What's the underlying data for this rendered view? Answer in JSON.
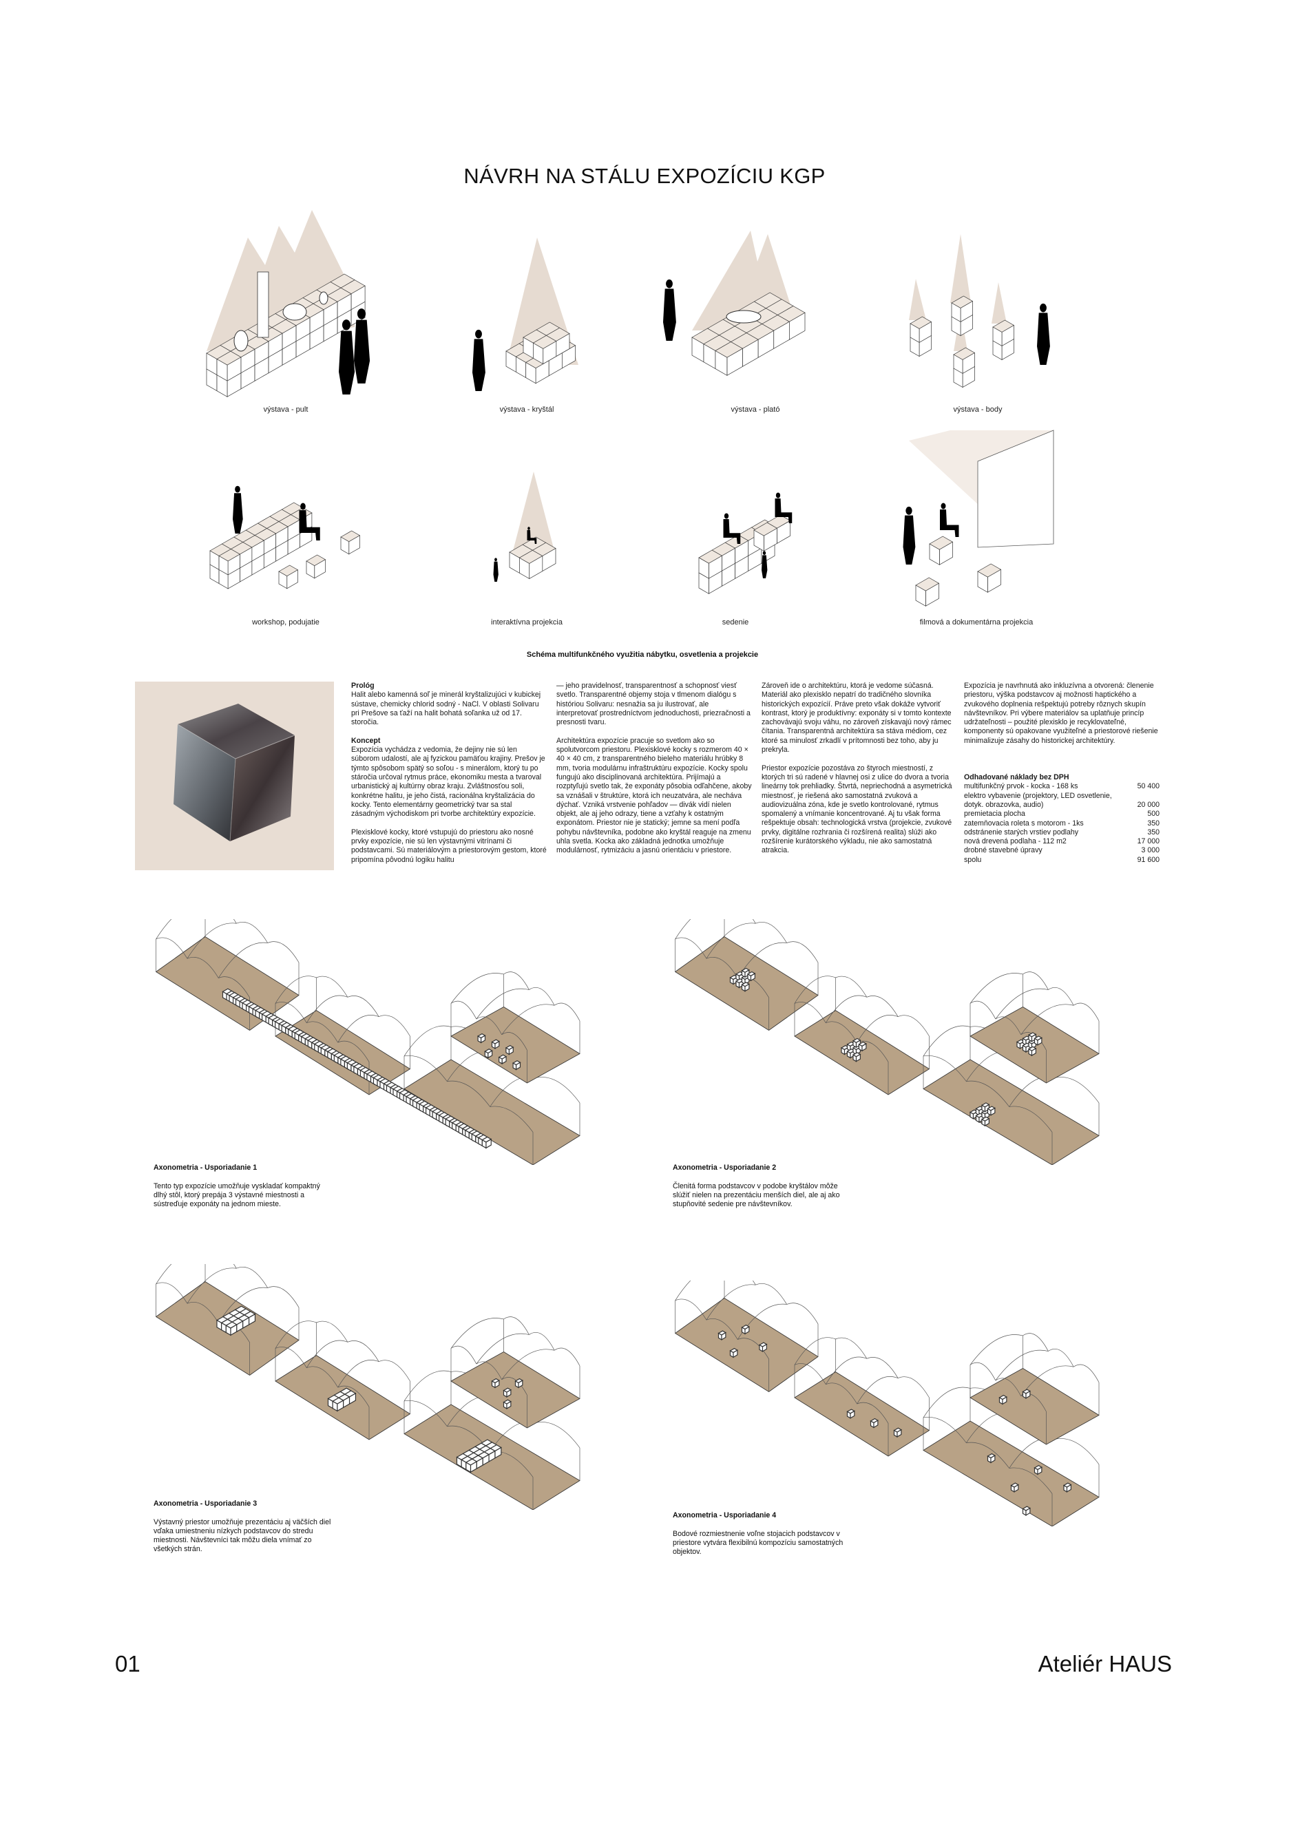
{
  "title": "NÁVRH NA STÁLU EXPOZÍCIU KGP",
  "colors": {
    "light_cone": "#e6dbd1",
    "floor_wood": "#b8a286",
    "cube_bg": "#e8ddd3"
  },
  "schemes": [
    {
      "label": "výstava - pult"
    },
    {
      "label": "výstava - kryštál"
    },
    {
      "label": "výstava - plató"
    },
    {
      "label": "výstava - body"
    },
    {
      "label": "workshop, podujatie"
    },
    {
      "label": "interaktívna projekcia"
    },
    {
      "label": "sedenie"
    },
    {
      "label": "filmová a dokumentárna projekcia"
    }
  ],
  "schema_caption": "Schéma multifunkčného využitia nábytku, osvetlenia a projekcie",
  "text": {
    "prolog_heading": "Prológ",
    "prolog": "Halit alebo kamenná soľ je minerál kryštalizujúci v kubickej sústave, chemicky chlorid sodný - NaCl. V oblasti Solivaru pri Prešove sa ťaží na halit bohatá soľanka už od 17. storočia.",
    "koncept_heading": "Koncept",
    "koncept": "Expozícia vychádza z vedomia, že dejiny nie sú len súborom udalostí, ale aj fyzickou pamäťou krajiny. Prešov je týmto spôsobom spätý so soľou - s minerálom, ktorý tu po stáročia určoval rytmus práce, ekonomiku mesta a tvaroval urbanistický aj kultúrny obraz kraju. Zvláštnosťou soli, konkrétne halitu, je jeho čistá, racionálna kryštalizácia do kocky. Tento elementárny geometrický tvar sa stal zásadným východiskom pri tvorbe architektúry expozície.",
    "p3": "Plexisklové kocky, ktoré vstupujú do priestoru ako nosné prvky expozície, nie sú len výstavnými vitrínami či podstavcami. Sú materiálovým a priestorovým gestom, ktoré pripomína pôvodnú logiku halitu",
    "p4": "— jeho pravidelnosť, transparentnosť a schopnosť viesť svetlo. Transparentné objemy stoja v tlmenom dialógu s históriou Solivaru: nesnažia sa ju ilustrovať, ale interpretovať prostredníctvom jednoduchosti, priezračnosti a presnosti tvaru.",
    "p5": "Architektúra expozície pracuje so svetlom ako so spolutvorcom priestoru. Plexisklové kocky s rozmerom 40 × 40 × 40 cm, z transparentného bieleho materiálu hrúbky 8 mm, tvoria modulárnu infraštruktúru expozície. Kocky spolu fungujú ako disciplinovaná architektúra. Prijímajú a rozptyľujú svetlo tak, že exponáty pôsobia odľahčene, akoby sa vznášali v štruktúre, ktorá ich neuzatvára, ale necháva dýchať. Vzniká vrstvenie pohľadov — divák vidí nielen objekt, ale aj jeho odrazy, tiene a vzťahy k ostatným exponátom. Priestor nie je statický; jemne sa mení podľa pohybu návštevníka, podobne ako kryštál reaguje na zmenu uhla svetla. Kocka ako základná jednotka umožňuje modulárnosť, rytmizáciu a jasnú orientáciu v priestore.",
    "p6": "Zároveň ide o architektúru, ktorá je vedome súčasná. Materiál ako plexisklo nepatrí do tradičného slovníka historických expozícií. Práve preto však dokáže vytvoriť kontrast, ktorý je produktívny: exponáty si v tomto kontexte zachovávajú svoju váhu, no zároveň získavajú nový rámec čítania. Transparentná architektúra sa stáva médiom, cez ktoré sa minulosť zrkadlí v prítomnosti bez toho, aby ju prekryla.",
    "p7": "Priestor expozície pozostáva zo štyroch miestností, z ktorých tri sú radené v hlavnej osi z ulice do dvora a tvoria lineárny tok prehliadky. Štvrtá, nepriechodná a asymetrická miestnosť, je riešená ako samostatná zvuková a audiovizuálna zóna, kde je svetlo kontrolované, rytmus spomalený a vnímanie koncentrované. Aj tu však forma rešpektuje obsah: technologická vrstva (projekcie, zvukové prvky, digitálne rozhrania či rozšírená realita) slúži ako rozšírenie kurátorského výkladu, nie ako samostatná atrakcia.",
    "p8": "Expozícia je navrhnutá ako inkluzívna a otvorená: členenie priestoru, výška podstavcov aj možnosti haptického a zvukového doplnenia rešpektujú potreby rôznych skupín návštevníkov. Pri výbere materiálov sa uplatňuje princíp udržateľnosti – použité plexisklo je recyklovateľné, komponenty sú opakovane využiteľné a priestorové riešenie minimalizuje zásahy do historickej architektúry."
  },
  "costs": {
    "heading": "Odhadované náklady bez DPH",
    "rows": [
      {
        "label": "multifunkčný prvok - kocka - 168 ks",
        "value": "50 400"
      },
      {
        "label": "elektro vybavenie (projektory, LED osvetlenie, dotyk. obrazovka, audio)",
        "value": "20 000"
      },
      {
        "label": "premietacia plocha",
        "value": "500"
      },
      {
        "label": "zatemňovacia roleta s motorom - 1ks",
        "value": "350"
      },
      {
        "label": "odstránenie starých vrstiev podlahy",
        "value": "350"
      },
      {
        "label": "nová drevená podlaha - 112 m2",
        "value": "17 000"
      },
      {
        "label": "drobné stavebné úpravy",
        "value": "3 000"
      },
      {
        "label": "spolu",
        "value": "91 600"
      }
    ]
  },
  "axonometries": [
    {
      "title": "Axonometria - Usporiadanie 1",
      "text": "Tento typ expozície umožňuje vyskladať kompaktný dlhý stôl, ktorý prepája 3 výstavné miestnosti a sústreďuje exponáty na jednom mieste."
    },
    {
      "title": "Axonometria - Usporiadanie 2",
      "text": "Členitá forma podstavcov v podobe kryštálov môže slúžiť nielen na prezentáciu menších diel, ale aj ako stupňovité sedenie pre návštevníkov."
    },
    {
      "title": "Axonometria - Usporiadanie 3",
      "text": "Výstavný priestor umožňuje prezentáciu aj väčších diel vďaka umiestneniu nízkych podstavcov do stredu miestnosti. Návštevníci tak môžu diela vnímať zo všetkých strán."
    },
    {
      "title": "Axonometria - Usporiadanie 4",
      "text": "Bodové rozmiestnenie voľne stojacich podstavcov v priestore vytvára flexibilnú kompozíciu samostatných objektov."
    }
  ],
  "footer": {
    "page": "01",
    "studio": "Ateliér HAUS"
  }
}
